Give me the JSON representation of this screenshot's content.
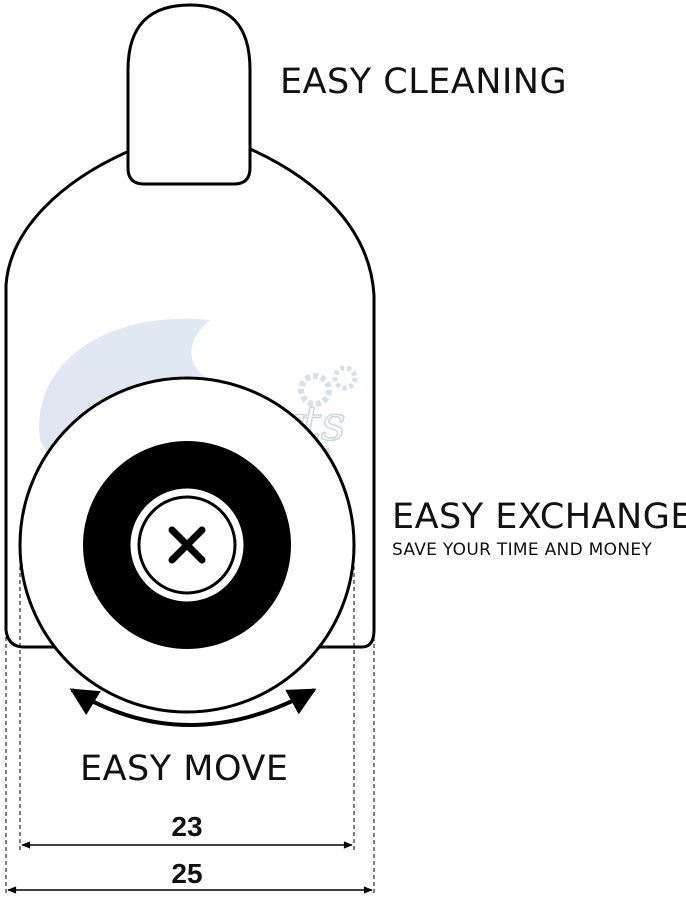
{
  "labels": {
    "cleaning": "EASY CLEANING",
    "exchange": "EASY EXCHANGE",
    "exchange_sub": "SAVE YOUR TIME AND MONEY",
    "move": "EASY MOVE"
  },
  "dimensions": {
    "inner": "23",
    "outer": "25"
  },
  "watermark": {
    "brand": "AquaParts"
  },
  "colors": {
    "stroke": "#000000",
    "fill": "#ffffff",
    "watermark": "#c9d3e6"
  },
  "icons": {
    "screw": "x-mark-icon",
    "rotate": "double-arrow-arc-icon"
  }
}
